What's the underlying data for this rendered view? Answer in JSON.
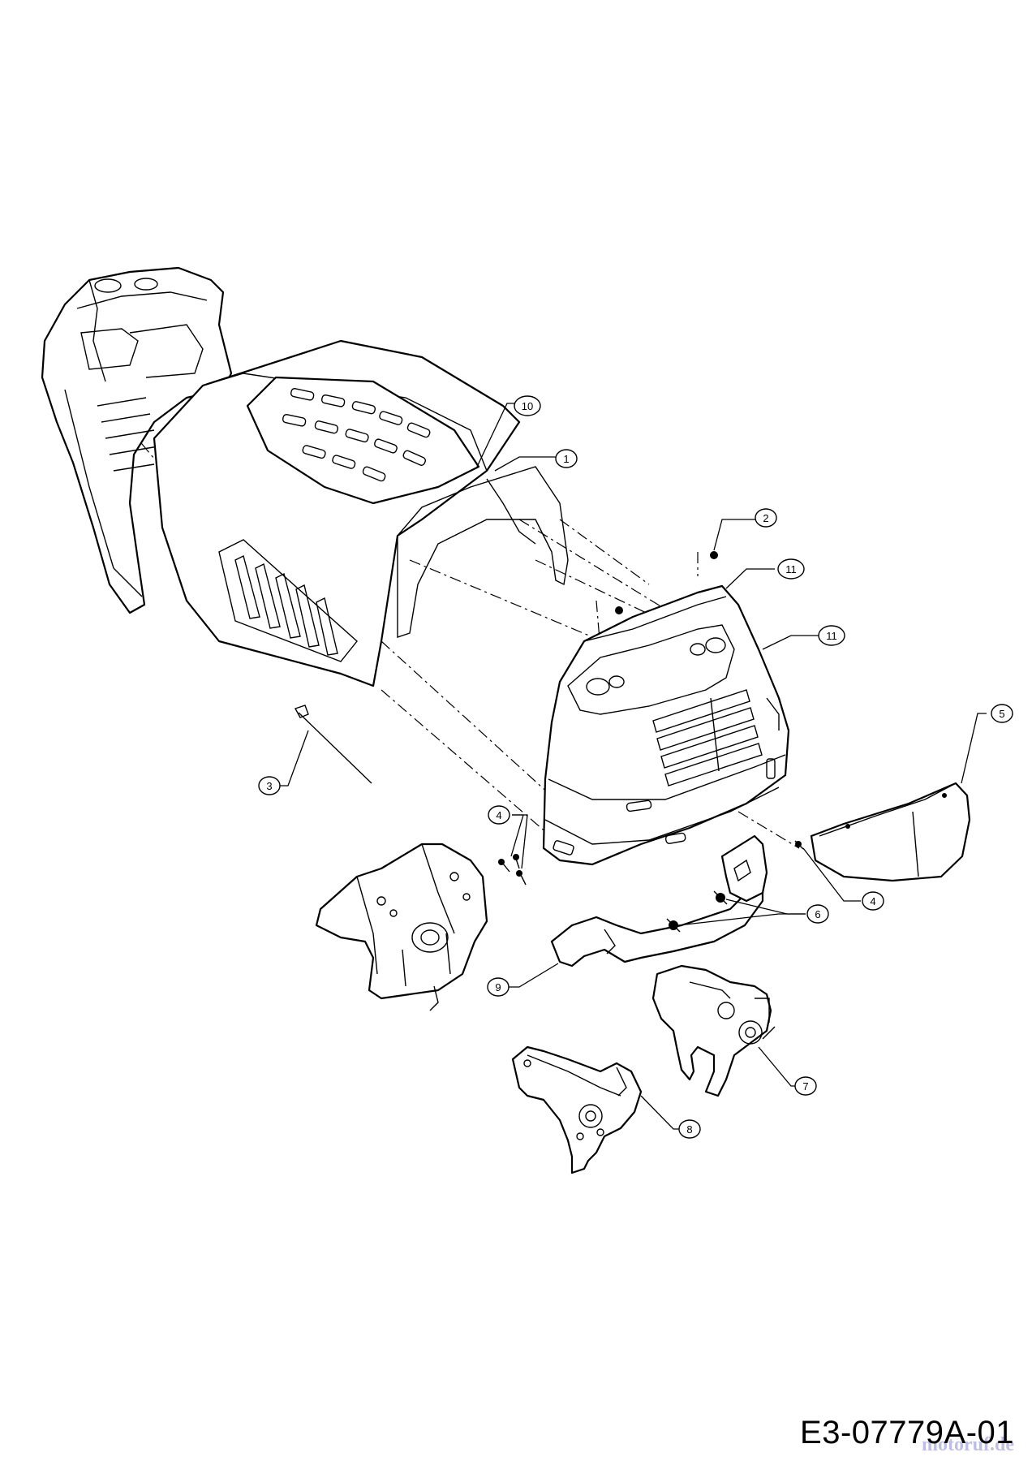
{
  "drawing_number": "E3-07779A-01",
  "watermark": "motoruf.de",
  "callouts": [
    {
      "id": "callout-1",
      "label": "1"
    },
    {
      "id": "callout-2",
      "label": "2"
    },
    {
      "id": "callout-3",
      "label": "3"
    },
    {
      "id": "callout-4a",
      "label": "4"
    },
    {
      "id": "callout-4b",
      "label": "4"
    },
    {
      "id": "callout-5",
      "label": "5"
    },
    {
      "id": "callout-6",
      "label": "6"
    },
    {
      "id": "callout-7",
      "label": "7"
    },
    {
      "id": "callout-8",
      "label": "8"
    },
    {
      "id": "callout-9",
      "label": "9"
    },
    {
      "id": "callout-10",
      "label": "10"
    },
    {
      "id": "callout-11a",
      "label": "11"
    },
    {
      "id": "callout-11b",
      "label": "11"
    }
  ]
}
